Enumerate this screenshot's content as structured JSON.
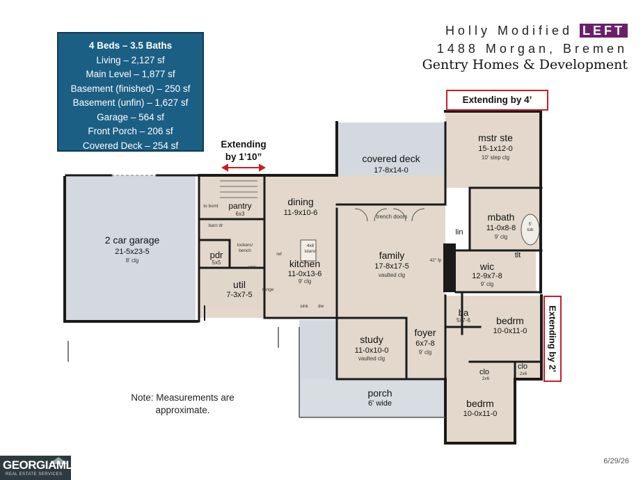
{
  "info": {
    "header": "4 Beds – 3.5 Baths",
    "lines": [
      "Living – 2,127 sf",
      "Main Level – 1,877 sf",
      "Basement (finished) – 250 sf",
      "Basement (unfin) – 1,627 sf",
      "Garage – 564 sf",
      "Front Porch – 206 sf",
      "Covered Deck – 254 sf"
    ]
  },
  "title": {
    "plan_name": "Holly Modified",
    "orientation": "LEFT",
    "address": "1488 Morgan, Bremen",
    "builder": "Gentry Homes & Development"
  },
  "callouts": {
    "ext_master": "Extending by 4’",
    "ext_garage_line1": "Extending",
    "ext_garage_line2": "by 1’10”",
    "ext_bedroom": "Extending by 2’"
  },
  "rooms": {
    "garage": {
      "name": "2 car garage",
      "dim": "21-5x23-5",
      "note": "8' clg"
    },
    "covered_deck": {
      "name": "covered deck",
      "dim": "17-8x14-0"
    },
    "master": {
      "name": "mstr ste",
      "dim": "15-1x12-0",
      "note": "10' step clg"
    },
    "mbath": {
      "name": "mbath",
      "dim": "11-0x8-8",
      "note": "9' clg"
    },
    "dining": {
      "name": "dining",
      "dim": "11-9x10-6"
    },
    "pantry": {
      "name": "pantry",
      "dim": "6x3"
    },
    "kitchen": {
      "name": "kitchen",
      "dim": "11-0x13-6",
      "note": "9' clg"
    },
    "family": {
      "name": "family",
      "dim": "17-8x17-5",
      "note": "vaulted clg"
    },
    "wic": {
      "name": "wic",
      "dim": "12-9x7-8",
      "note": "9' clg"
    },
    "pdr": {
      "name": "pdr",
      "dim": "5x5"
    },
    "util": {
      "name": "util",
      "dim": "7-3x7-5"
    },
    "study": {
      "name": "study",
      "dim": "11-0x10-0",
      "note": "vaulted clg"
    },
    "foyer": {
      "name": "foyer",
      "dim": "6x7-8",
      "note": "9' clg"
    },
    "ba": {
      "name": "ba",
      "dim": "5x7-6"
    },
    "bedrm1": {
      "name": "bedrm",
      "dim": "10-0x11-0"
    },
    "bedrm2": {
      "name": "bedrm",
      "dim": "10-0x11-0"
    },
    "clo1": {
      "name": "clo",
      "dim": "2x6"
    },
    "clo2": {
      "name": "clo",
      "dim": "2x6"
    },
    "porch": {
      "name": "porch",
      "dim": "6' wide"
    },
    "lin": {
      "name": "lin"
    },
    "tlt": {
      "name": "tlt"
    }
  },
  "labels": {
    "to_bsmt": "to bsmt",
    "barn_dr": "barn dr",
    "lockers": "lockers/",
    "bench": "bench",
    "island_l1": "4x8",
    "island_l2": "island",
    "ref": "ref",
    "range": "range",
    "sink_util": "sink",
    "sink_kitchen": "sink",
    "dw": "dw",
    "trench_doors": "trench doors",
    "fp": "42\" fp",
    "tub_l1": "5'",
    "tub_l2": "tub"
  },
  "note": {
    "line1": "Note: Measurements are",
    "line2": "approximate."
  },
  "date": "6/29/26",
  "mls": {
    "brand": "GEORGIAMLS",
    "sub": "REAL ESTATE SERVICES"
  },
  "colors": {
    "info_bg": "#1c5f85",
    "callout_border": "#c81d25",
    "left_badge": "#6b1f6b",
    "room_fill": "#e3d8cb",
    "exterior_fill": "#d4d9df",
    "wall": "#1a1a1a"
  }
}
